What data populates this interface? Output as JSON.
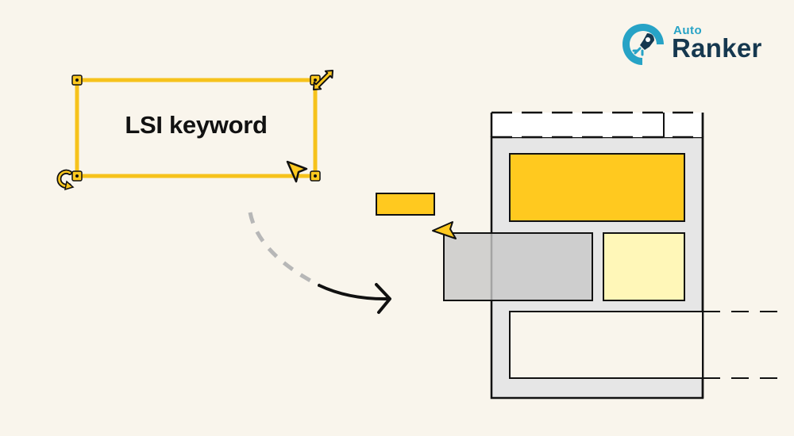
{
  "brand": {
    "auto": "Auto",
    "ranker": "Ranker",
    "primary_color": "#16384f",
    "accent_color": "#27a3c6"
  },
  "keyword_box": {
    "label": "LSI keyword",
    "border_color": "#f6c21c"
  },
  "colors": {
    "background": "#f9f5ec",
    "yellow": "#ffc91f",
    "pale_yellow": "#fff7b8",
    "gray_block": "#c8c8c8",
    "page_gray": "#e6e6e6",
    "outline": "#111111"
  },
  "icons": [
    "resize-diagonal-icon",
    "rotate-icon",
    "cursor-arrow-icon",
    "small-cursor-arrow-icon",
    "curved-arrow-icon",
    "rocket-icon"
  ]
}
